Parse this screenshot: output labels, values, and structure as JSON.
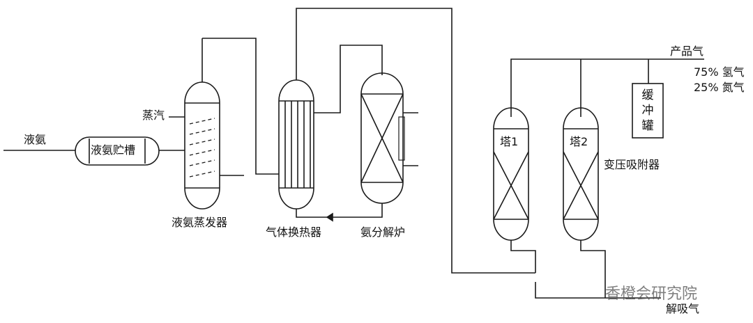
{
  "diagram": {
    "labels": {
      "liquid_ammonia": "液氨",
      "storage_tank": "液氨贮槽",
      "steam": "蒸汽",
      "evaporator": "液氨蒸发器",
      "heat_exchanger": "气体换热器",
      "cracker": "氨分解炉",
      "tower1": "塔1",
      "tower2": "塔2",
      "buffer_tank": "缓冲罐",
      "psa": "变压吸附器",
      "product_gas": "产品气",
      "hydrogen": "75% 氢气",
      "nitrogen": "25% 氮气",
      "desorption_gas": "解吸气"
    },
    "watermark": "香橙会研究院"
  }
}
